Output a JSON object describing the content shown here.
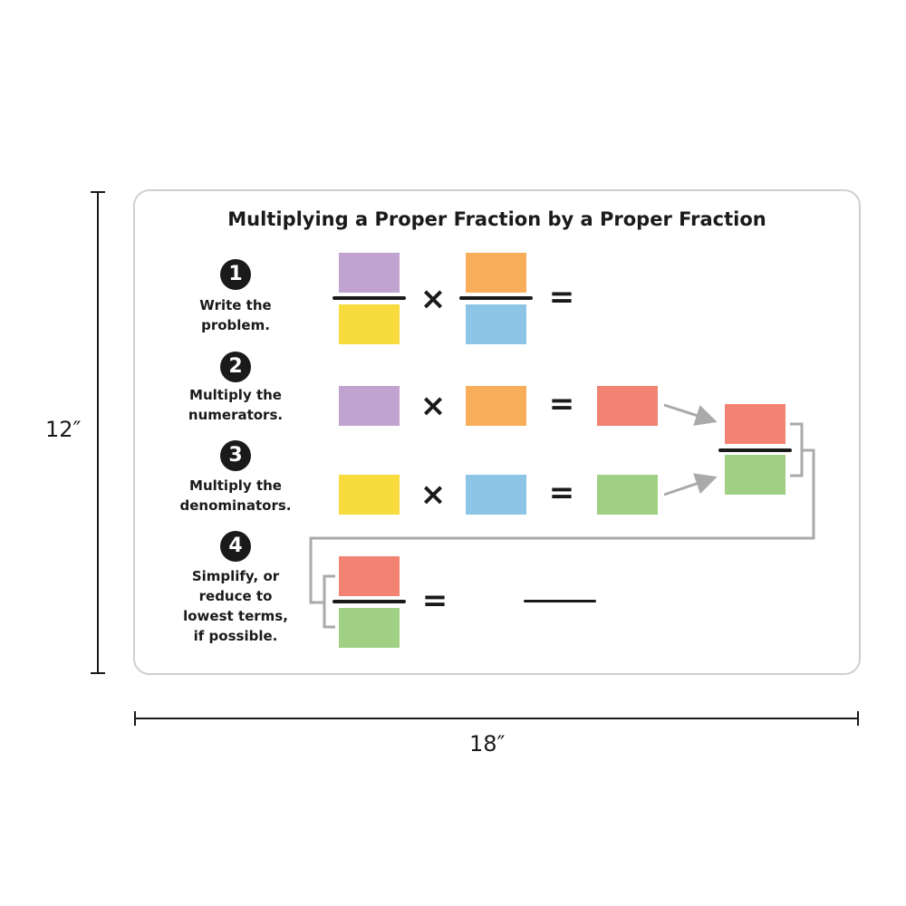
{
  "title": "Multiplying a Proper Fraction by a Proper Fraction",
  "steps": [
    {
      "number": "1",
      "label_lines": [
        "Write the",
        "problem."
      ]
    },
    {
      "number": "2",
      "label_lines": [
        "Multiply the",
        "numerators."
      ]
    },
    {
      "number": "3",
      "label_lines": [
        "Multiply the",
        "denominators."
      ]
    },
    {
      "number": "4",
      "label_lines": [
        "Simplify, or",
        "reduce to",
        "lowest terms,",
        "if possible."
      ]
    }
  ],
  "operators": {
    "times": "×",
    "equals": "="
  },
  "colors": {
    "purple": "#c0a3cf",
    "yellow": "#f8dc3e",
    "orange": "#f8ad5a",
    "blue": "#8cc5e6",
    "red": "#f28373",
    "green": "#a0d083",
    "connector": "#aaaaaa"
  },
  "dimensions": {
    "height": "12″",
    "width": "18″"
  }
}
